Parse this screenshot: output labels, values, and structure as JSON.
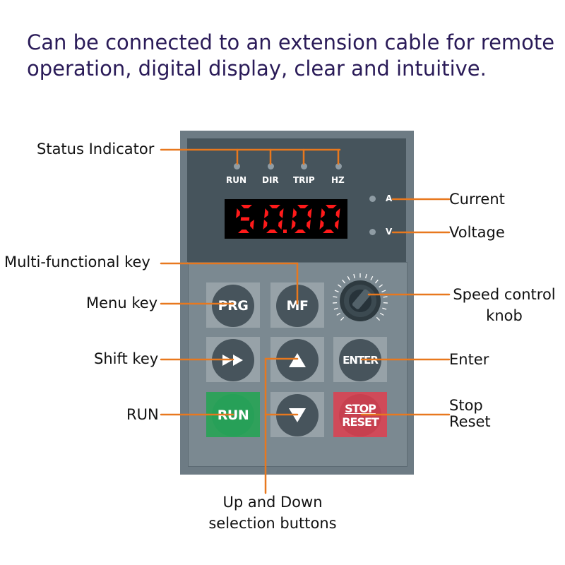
{
  "heading": {
    "line1": "Can be connected to an extension cable for remote",
    "line2": "operation, digital display, clear and intuitive."
  },
  "indicators": [
    "RUN",
    "DIR",
    "TRIP",
    "HZ"
  ],
  "side_indicators": {
    "current": "A",
    "voltage": "V"
  },
  "display_value": "50.00",
  "buttons": {
    "prg": "PRG",
    "mf": "MF",
    "enter": "ENTER",
    "run": "RUN",
    "stop": "STOP",
    "reset": "RESET"
  },
  "callouts": {
    "status_indicator": "Status Indicator",
    "multi_functional_key": "Multi-functional key",
    "menu_key": "Menu key",
    "shift_key": "Shift key",
    "run": "RUN",
    "current": "Current",
    "voltage": "Voltage",
    "speed_control_line1": "Speed control",
    "speed_control_line2": "knob",
    "enter": "Enter",
    "stop_line1": "Stop",
    "stop_line2": "Reset",
    "up_down_line1": "Up and Down",
    "up_down_line2": "selection buttons"
  },
  "colors": {
    "callout_line": "#e8781e",
    "display_digits": "#ff1a1a",
    "run_button": "#27a058",
    "stop_button": "#cc4656",
    "heading_text": "#2a1b58"
  }
}
